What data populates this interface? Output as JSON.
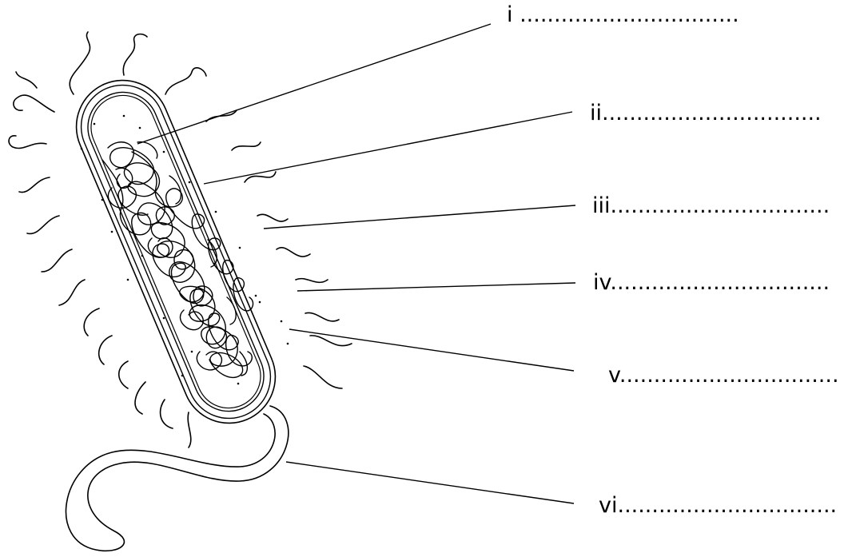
{
  "labels": {
    "i": "i ................................",
    "ii": "ii................................",
    "iii": "iii................................",
    "iv": "iv................................",
    "v": "v................................",
    "vi": "vi................................"
  },
  "colors": {
    "stroke": "#000000",
    "background": "#ffffff"
  },
  "parts": [
    "flagellum",
    "pili",
    "cell-wall",
    "cell-membrane",
    "cytoplasm",
    "nucleoid-dna"
  ]
}
